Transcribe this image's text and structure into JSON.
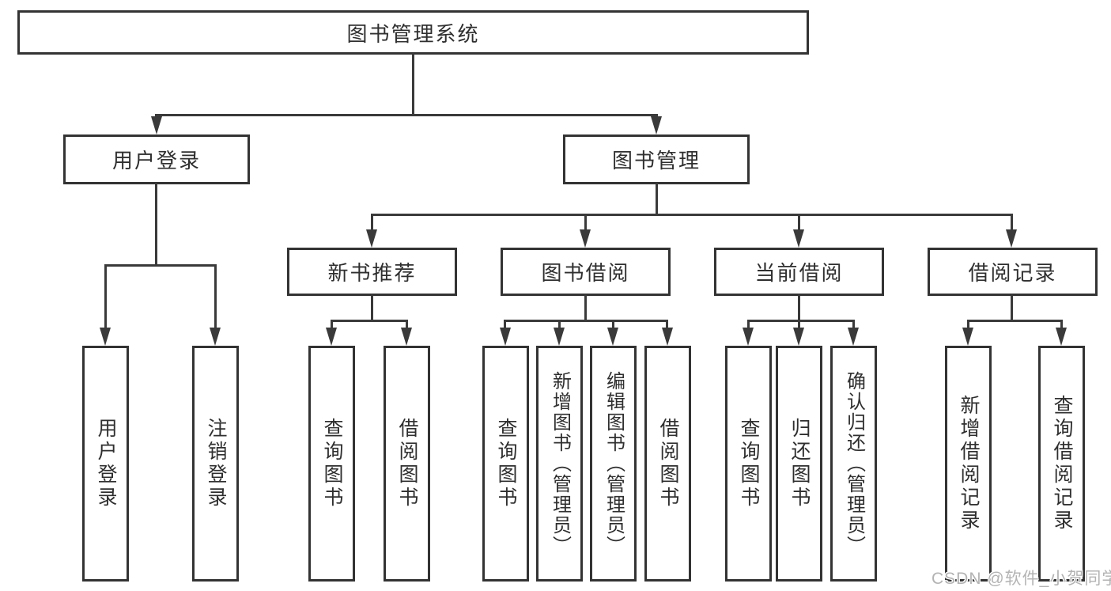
{
  "diagram_title": "图书管理系统",
  "tree": {
    "root": "图书管理系统",
    "user_login": {
      "label": "用户登录",
      "leaves": [
        "用户登录",
        "注销登录"
      ]
    },
    "book_management": {
      "label": "图书管理",
      "children": {
        "new_book_rec": {
          "label": "新书推荐",
          "leaves": [
            "查询图书",
            "借阅图书"
          ]
        },
        "book_borrow": {
          "label": "图书借阅",
          "leaves": [
            "查询图书",
            "新增图书（管理员）",
            "编辑图书（管理员）",
            "借阅图书"
          ]
        },
        "current_borrow": {
          "label": "当前借阅",
          "leaves": [
            "查询图书",
            "归还图书",
            "确认归还（管理员）"
          ]
        },
        "borrow_records": {
          "label": "借阅记录",
          "leaves": [
            "新增借阅记录",
            "查询借阅记录"
          ]
        }
      }
    }
  },
  "watermark": "CSDN @软件_小贺同学",
  "colors": {
    "line": "#3a3a3a",
    "border": "#333333",
    "text": "#2f2f2f",
    "background": "#ffffff",
    "watermark": "#b3b3b3"
  }
}
